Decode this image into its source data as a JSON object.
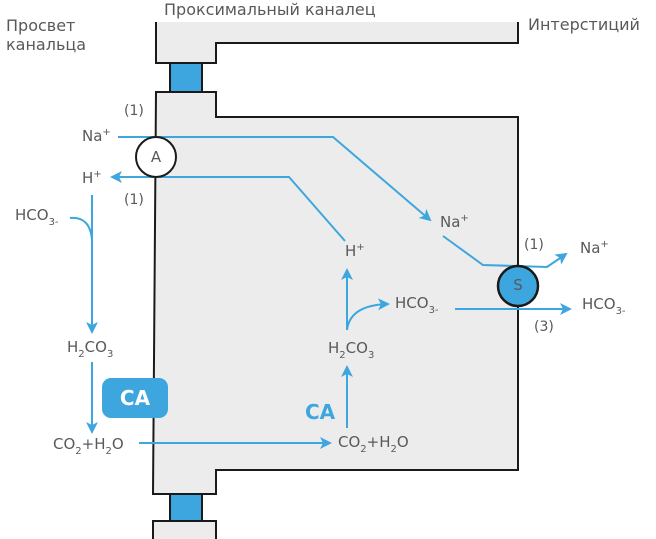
{
  "regions": {
    "lumen": [
      "Просвет",
      "канальца"
    ],
    "tubule": "Проксимальный каналец",
    "interstitium": "Интерстиций"
  },
  "colors": {
    "arrow": "#3ea6de",
    "cell_fill": "#ececec",
    "junction_fill": "#3ea6de",
    "transporter_s_fill": "#3ea6de",
    "text": "#58595b",
    "outline": "#1a1a1a"
  },
  "transporters": {
    "apical": "A",
    "basolateral": "S"
  },
  "enzyme": {
    "lumen_badge": "CA",
    "cell_label": "CA"
  },
  "stoichiometry": {
    "apical_na": "(1)",
    "apical_h": "(1)",
    "baso_na": "(1)",
    "baso_hco3": "(3)"
  },
  "species": {
    "lumen_na": {
      "base": "Na",
      "sup": "+"
    },
    "lumen_h": {
      "base": "H",
      "sup": "+"
    },
    "lumen_hco3": {
      "base": "HCO",
      "sub": "3-"
    },
    "lumen_h2co3": {
      "a": "H",
      "sub1": "2",
      "b": "CO",
      "sub2": "3"
    },
    "lumen_co2_h2o": {
      "a": "CO",
      "sub1": "2",
      "b": "+H",
      "sub2": "2",
      "c": "O"
    },
    "cell_na": {
      "base": "Na",
      "sup": "+"
    },
    "cell_h": {
      "base": "H",
      "sup": "+"
    },
    "cell_hco3": {
      "base": "HCO",
      "sub": "3-"
    },
    "cell_h2co3": {
      "a": "H",
      "sub1": "2",
      "b": "CO",
      "sub2": "3"
    },
    "cell_co2_h2o": {
      "a": "CO",
      "sub1": "2",
      "b": "+H",
      "sub2": "2",
      "c": "O"
    },
    "interstitial_na": {
      "base": "Na",
      "sup": "+"
    },
    "interstitial_hco3": {
      "base": "HCO",
      "sub": "3-"
    }
  }
}
